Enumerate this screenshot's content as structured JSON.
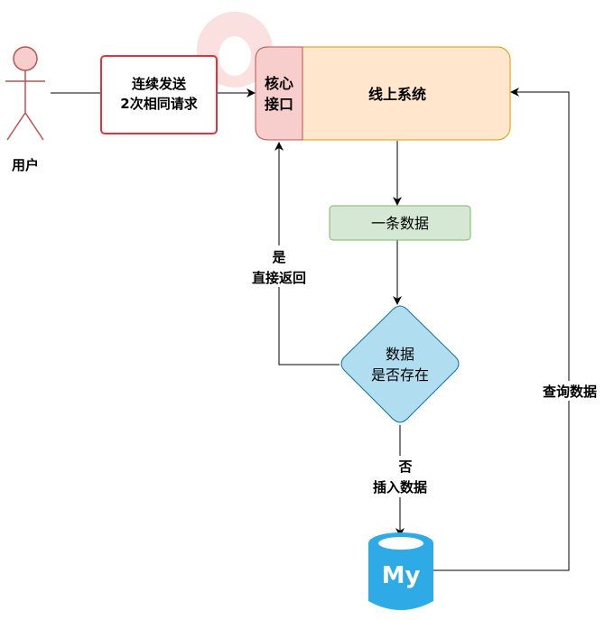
{
  "actor": {
    "label": "用户"
  },
  "request_box": {
    "line1": "连续发送",
    "line2": "2次相同请求"
  },
  "core_interface": {
    "line1": "核心",
    "line2": "接口"
  },
  "online_system": {
    "label": "线上系统"
  },
  "record_box": {
    "label": "一条数据"
  },
  "decision": {
    "line1": "数据",
    "line2": "是否存在"
  },
  "yes_edge": {
    "line1": "是",
    "line2": "直接返回"
  },
  "no_edge": {
    "line1": "否",
    "line2": "插入数据"
  },
  "query_edge": {
    "label": "查询数据"
  },
  "database": {
    "label": "My"
  },
  "colors": {
    "actor_fill": "#f8cecc",
    "actor_stroke": "#b85450",
    "request_stroke": "#e1333f",
    "system_fill": "#ffe6cc",
    "system_stroke": "#d79b00",
    "core_fill": "#f8cecc",
    "core_stroke": "#b85450",
    "record_fill": "#d5e8d4",
    "record_stroke": "#82b366",
    "decision_fill": "#b1ddf0",
    "decision_stroke": "#10739e",
    "db_fill": "#2eaae6"
  }
}
